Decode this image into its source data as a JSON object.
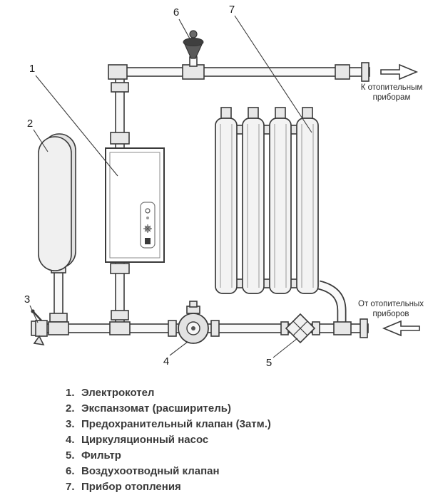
{
  "colors": {
    "line": "#3a3a3a",
    "pipe_fill": "#f8f8f8",
    "coupling_fill": "#e7e7e7",
    "text": "#3a3a3a"
  },
  "callouts": {
    "n1": "1",
    "n2": "2",
    "n3": "3",
    "n4": "4",
    "n5": "5",
    "n6": "6",
    "n7": "7"
  },
  "flow_labels": {
    "to_devices_line1": "К отопительным",
    "to_devices_line2": "приборам",
    "from_devices_line1": "От отопительных",
    "from_devices_line2": "приборов"
  },
  "legend": {
    "items": [
      {
        "num": "1.",
        "text": "Электрокотел"
      },
      {
        "num": "2.",
        "text": "Экспанзомат (расширитель)"
      },
      {
        "num": "3.",
        "text": "Предохранительный клапан (3атм.)"
      },
      {
        "num": "4.",
        "text": "Циркуляционный насос"
      },
      {
        "num": "5.",
        "text": "Фильтр"
      },
      {
        "num": "6.",
        "text": "Воздухоотводный клапан"
      },
      {
        "num": "7.",
        "text": "Прибор отопления"
      }
    ]
  }
}
